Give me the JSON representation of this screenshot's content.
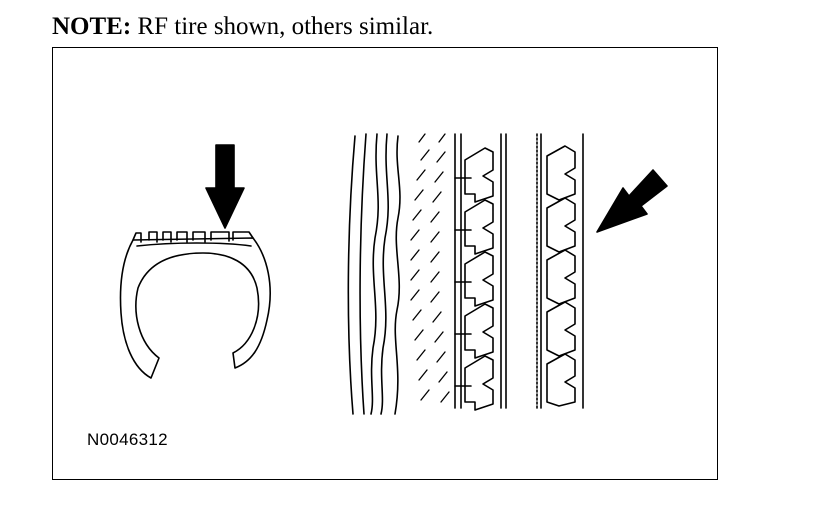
{
  "note": {
    "label": "NOTE:",
    "text": " RF tire shown, others similar."
  },
  "figure": {
    "id": "N0046312"
  },
  "icons": {
    "arrow_cross_section": "down-arrow-icon",
    "arrow_tread": "diagonal-arrow-icon"
  },
  "colors": {
    "ink": "#000000",
    "paper": "#ffffff"
  }
}
